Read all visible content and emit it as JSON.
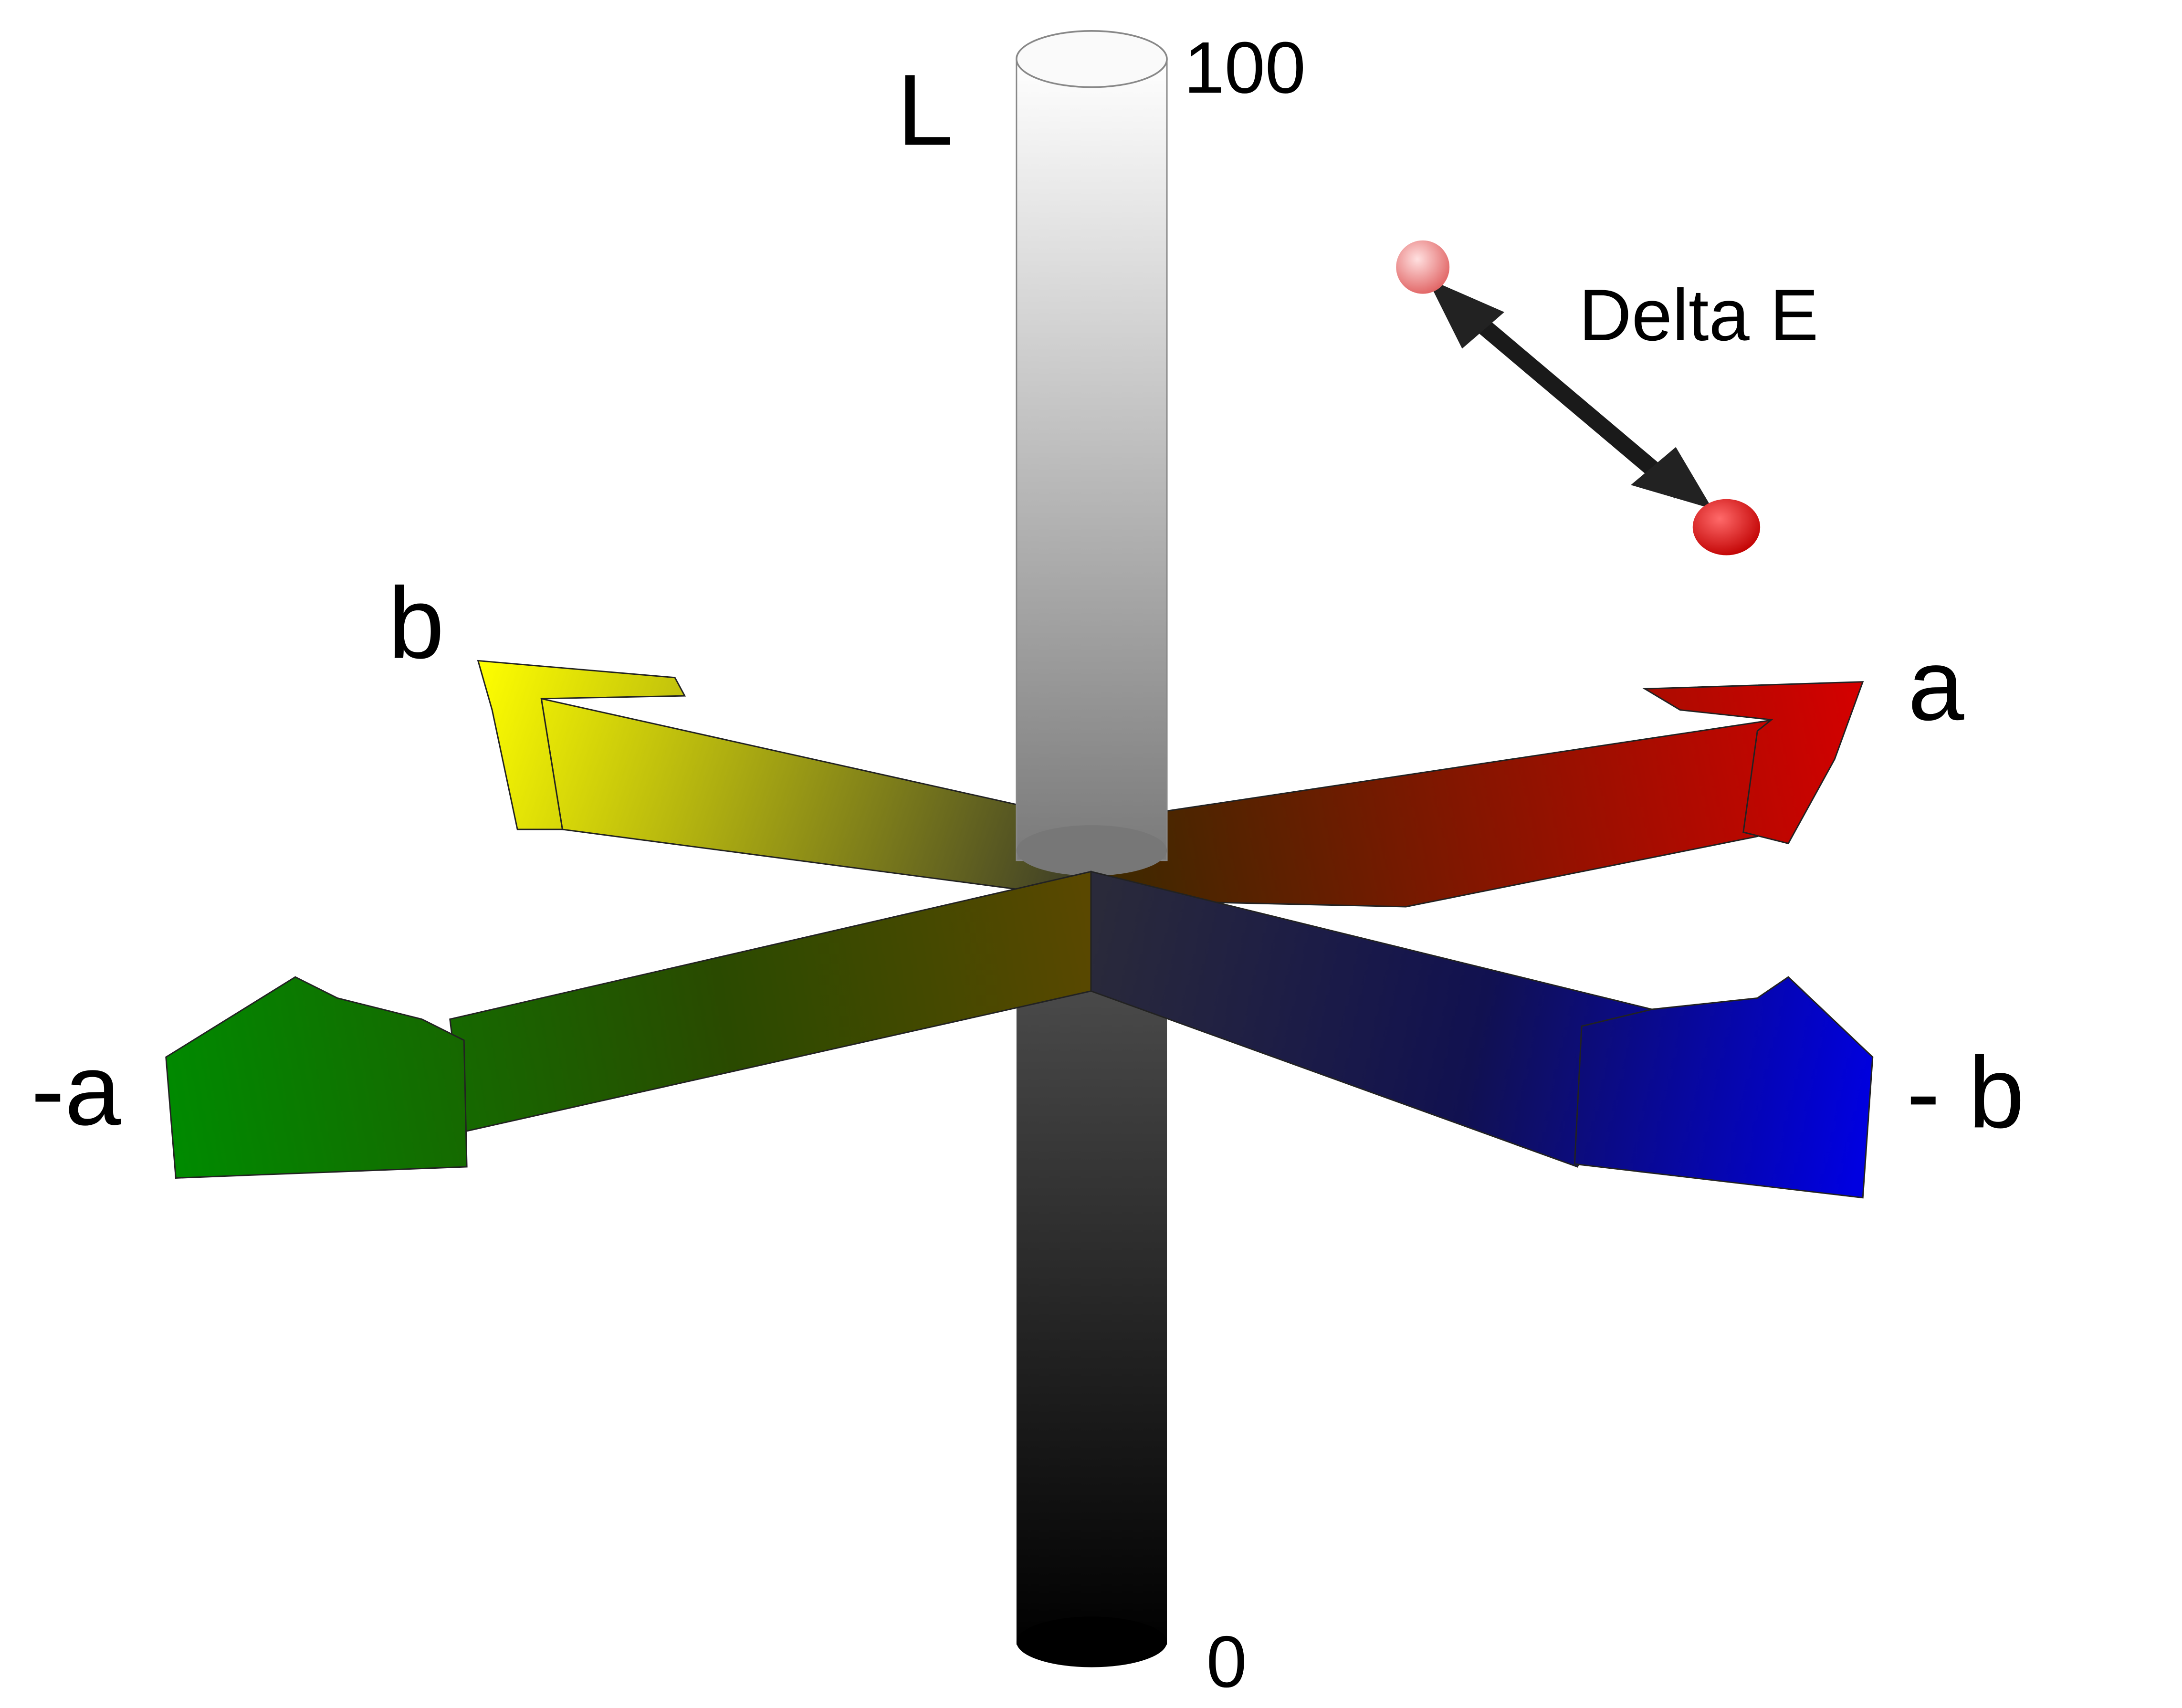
{
  "labels": {
    "lightness_axis": "L",
    "lightness_max": "100",
    "lightness_min": "0",
    "positive_b": "b",
    "positive_a": "a",
    "negative_a": "-a",
    "negative_b": "- b",
    "delta_e": "Delta E"
  },
  "colors": {
    "positive_a": "#d40000",
    "negative_a": "#008a00",
    "positive_b": "#ffff00",
    "negative_b": "#0000e0",
    "lightness_top": "#ffffff",
    "lightness_bottom": "#000000",
    "delta_e_point": "#e81c1c"
  }
}
